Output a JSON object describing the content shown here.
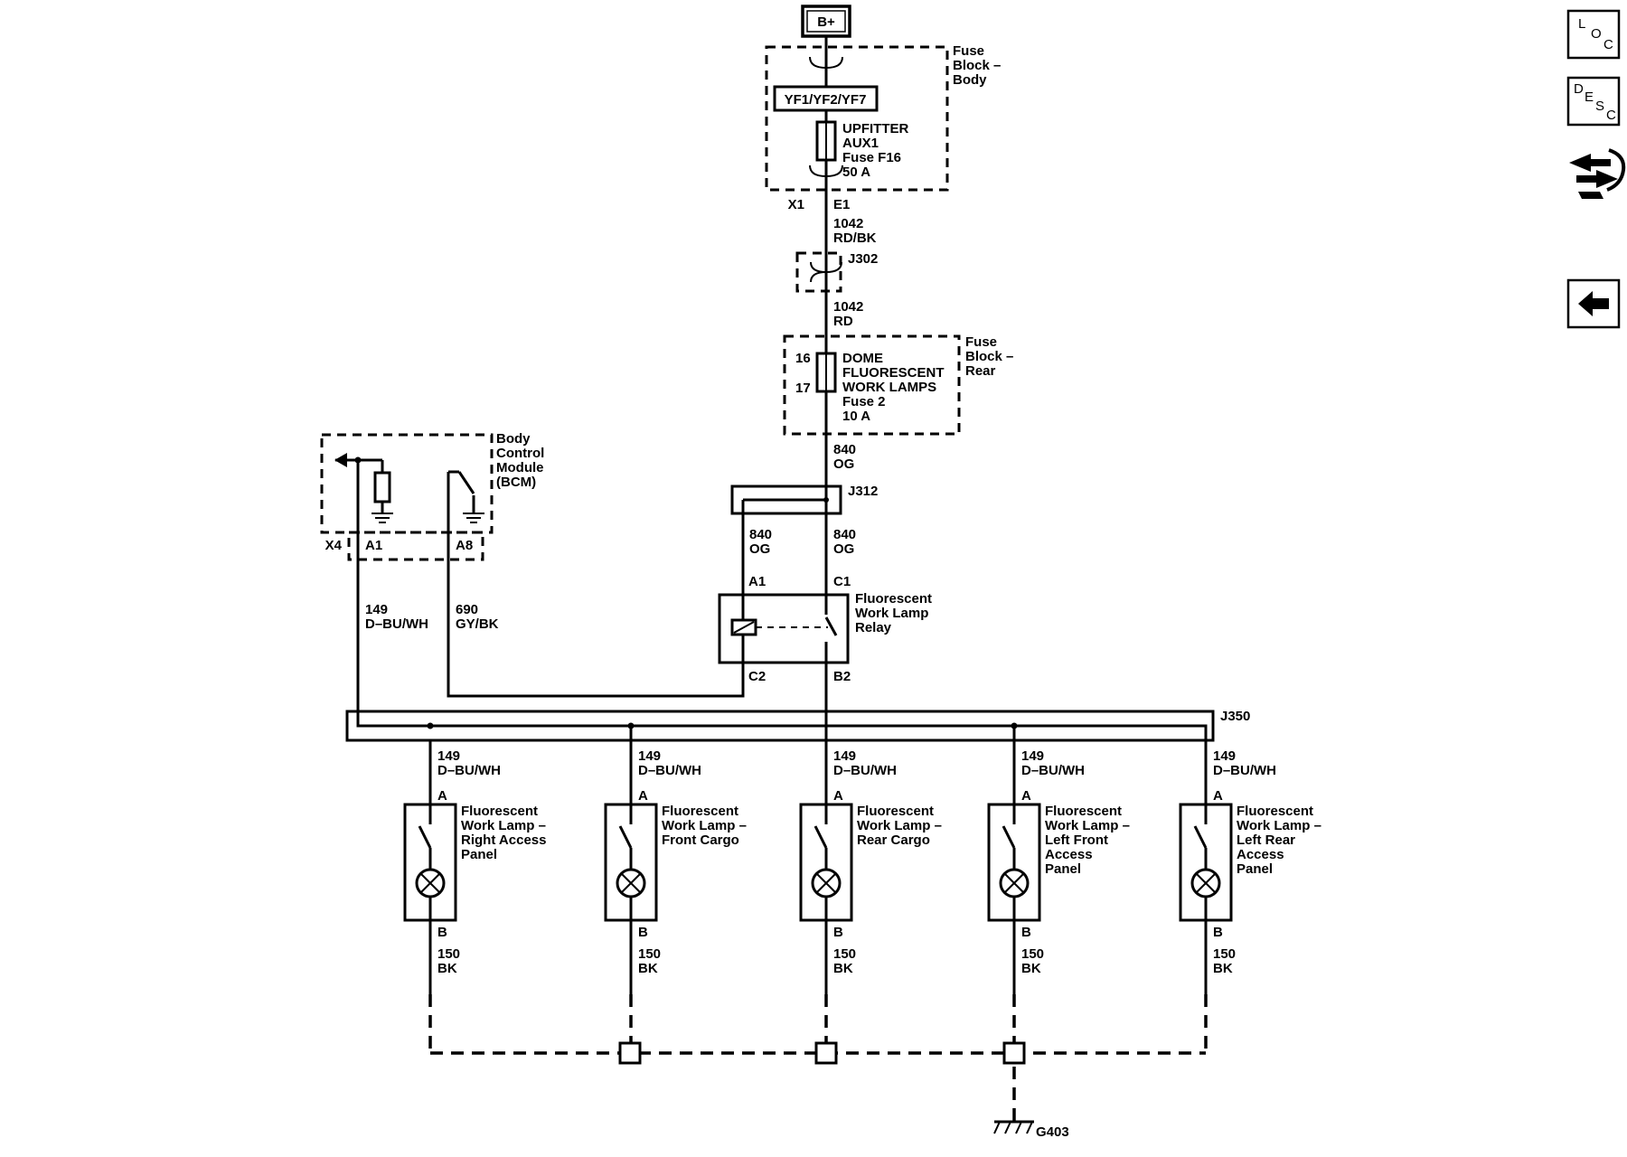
{
  "power": {
    "source": "B+"
  },
  "fuse_block_body": {
    "name": [
      "Fuse",
      "Block –",
      "Body"
    ],
    "fuse_group": "YF1/YF2/YF7",
    "fuse_label": [
      "UPFITTER",
      "AUX1",
      "Fuse F16",
      "50 A"
    ],
    "connector": "X1",
    "pin": "E1"
  },
  "wire_1042_rdbk": [
    "1042",
    "RD/BK"
  ],
  "splice_j302": "J302",
  "wire_1042_rd": [
    "1042",
    "RD"
  ],
  "fuse_block_rear": {
    "name": [
      "Fuse",
      "Block –",
      "Rear"
    ],
    "pin_in": "16",
    "pin_out": "17",
    "fuse_label": [
      "DOME",
      "FLUORESCENT",
      "WORK LAMPS",
      "Fuse 2",
      "10 A"
    ]
  },
  "wire_840_top": [
    "840",
    "OG"
  ],
  "splice_j312": "J312",
  "wire_840_left": [
    "840",
    "OG"
  ],
  "wire_840_right": [
    "840",
    "OG"
  ],
  "relay": {
    "name": [
      "Fluorescent",
      "Work Lamp",
      "Relay"
    ],
    "pins": {
      "a1": "A1",
      "c1": "C1",
      "c2": "C2",
      "b2": "B2"
    }
  },
  "bcm": {
    "name": [
      "Body",
      "Control",
      "Module",
      "(BCM)"
    ],
    "connector": "X4",
    "pin_a1": "A1",
    "pin_a8": "A8"
  },
  "wire_149_bcm": [
    "149",
    "D–BU/WH"
  ],
  "wire_690": [
    "690",
    "GY/BK"
  ],
  "splice_j350": "J350",
  "lamps": [
    {
      "name": [
        "Fluorescent",
        "Work Lamp –",
        "Right Access",
        "Panel"
      ],
      "pin_a": "A",
      "pin_b": "B",
      "feed": [
        "149",
        "D–BU/WH"
      ],
      "ground": [
        "150",
        "BK"
      ]
    },
    {
      "name": [
        "Fluorescent",
        "Work Lamp –",
        "Front Cargo"
      ],
      "pin_a": "A",
      "pin_b": "B",
      "feed": [
        "149",
        "D–BU/WH"
      ],
      "ground": [
        "150",
        "BK"
      ]
    },
    {
      "name": [
        "Fluorescent",
        "Work Lamp –",
        "Rear Cargo"
      ],
      "pin_a": "A",
      "pin_b": "B",
      "feed": [
        "149",
        "D–BU/WH"
      ],
      "ground": [
        "150",
        "BK"
      ]
    },
    {
      "name": [
        "Fluorescent",
        "Work Lamp –",
        "Left Front",
        "Access",
        "Panel"
      ],
      "pin_a": "A",
      "pin_b": "B",
      "feed": [
        "149",
        "D–BU/WH"
      ],
      "ground": [
        "150",
        "BK"
      ]
    },
    {
      "name": [
        "Fluorescent",
        "Work Lamp –",
        "Left Rear",
        "Access",
        "Panel"
      ],
      "pin_a": "A",
      "pin_b": "B",
      "feed": [
        "149",
        "D–BU/WH"
      ],
      "ground": [
        "150",
        "BK"
      ]
    }
  ],
  "ground": "G403",
  "nav": {
    "loc": [
      "L",
      "O",
      "C"
    ],
    "desc": [
      "D",
      "E",
      "S",
      "C"
    ],
    "connector_icon": "connector-end-view-icon",
    "back_icon": "back-arrow-icon"
  }
}
